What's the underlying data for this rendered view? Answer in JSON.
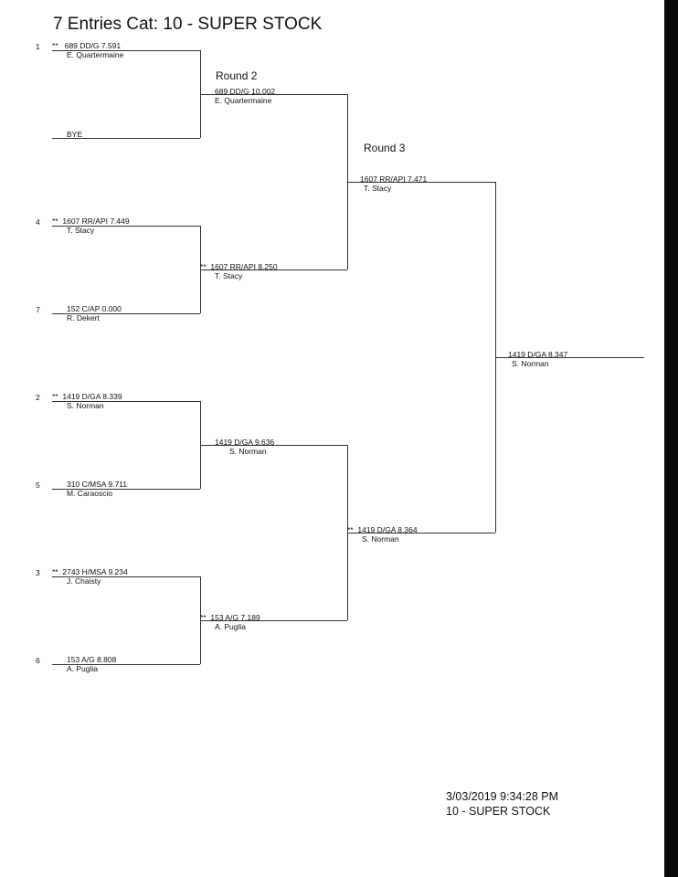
{
  "title": "7 Entries Cat: 10 - SUPER STOCK",
  "round_labels": {
    "round2": "Round 2",
    "round3": "Round 3"
  },
  "round1": [
    {
      "seed": "1",
      "mark": "**",
      "car": "689  DD/G  7.591",
      "driver": "E. Quartermaine"
    },
    {
      "seed": "",
      "mark": "",
      "car": "",
      "driver": "BYE"
    },
    {
      "seed": "4",
      "mark": "**",
      "car": "1607  RR/API  7.449",
      "driver": "T. Stacy"
    },
    {
      "seed": "7",
      "mark": "",
      "car": "152  C/AP  0.000",
      "driver": "R. Dekert"
    },
    {
      "seed": "2",
      "mark": "**",
      "car": "1419  D/GA  8.339",
      "driver": "S. Norman"
    },
    {
      "seed": "5",
      "mark": "",
      "car": "310  C/MSA  9.711",
      "driver": "M. Caraoscio"
    },
    {
      "seed": "3",
      "mark": "**",
      "car": "2743  H/MSA  9.234",
      "driver": "J. Chaisty"
    },
    {
      "seed": "6",
      "mark": "",
      "car": "153  A/G  8.808",
      "driver": "A. Puglia"
    }
  ],
  "round2": [
    {
      "mark": "",
      "car": "689  DD/G  10.002",
      "driver": "E. Quartermaine"
    },
    {
      "mark": "**",
      "car": "1607  RR/API  8.250",
      "driver": "T. Stacy"
    },
    {
      "mark": "",
      "car": "1419  D/GA  9.636",
      "driver": "S. Norman"
    },
    {
      "mark": "**",
      "car": "153  A/G  7.189",
      "driver": "A. Puglia"
    }
  ],
  "round3": [
    {
      "mark": "",
      "car": "1607  RR/API  7.471",
      "driver": "T. Stacy"
    },
    {
      "mark": "**",
      "car": "1419  D/GA  8.364",
      "driver": "S. Norman"
    }
  ],
  "final": {
    "mark": "",
    "car": "1419  D/GA  8.347",
    "driver": "S. Norman"
  },
  "footer": {
    "datetime": "3/03/2019 9:34:28 PM",
    "category": "10 - SUPER STOCK"
  }
}
